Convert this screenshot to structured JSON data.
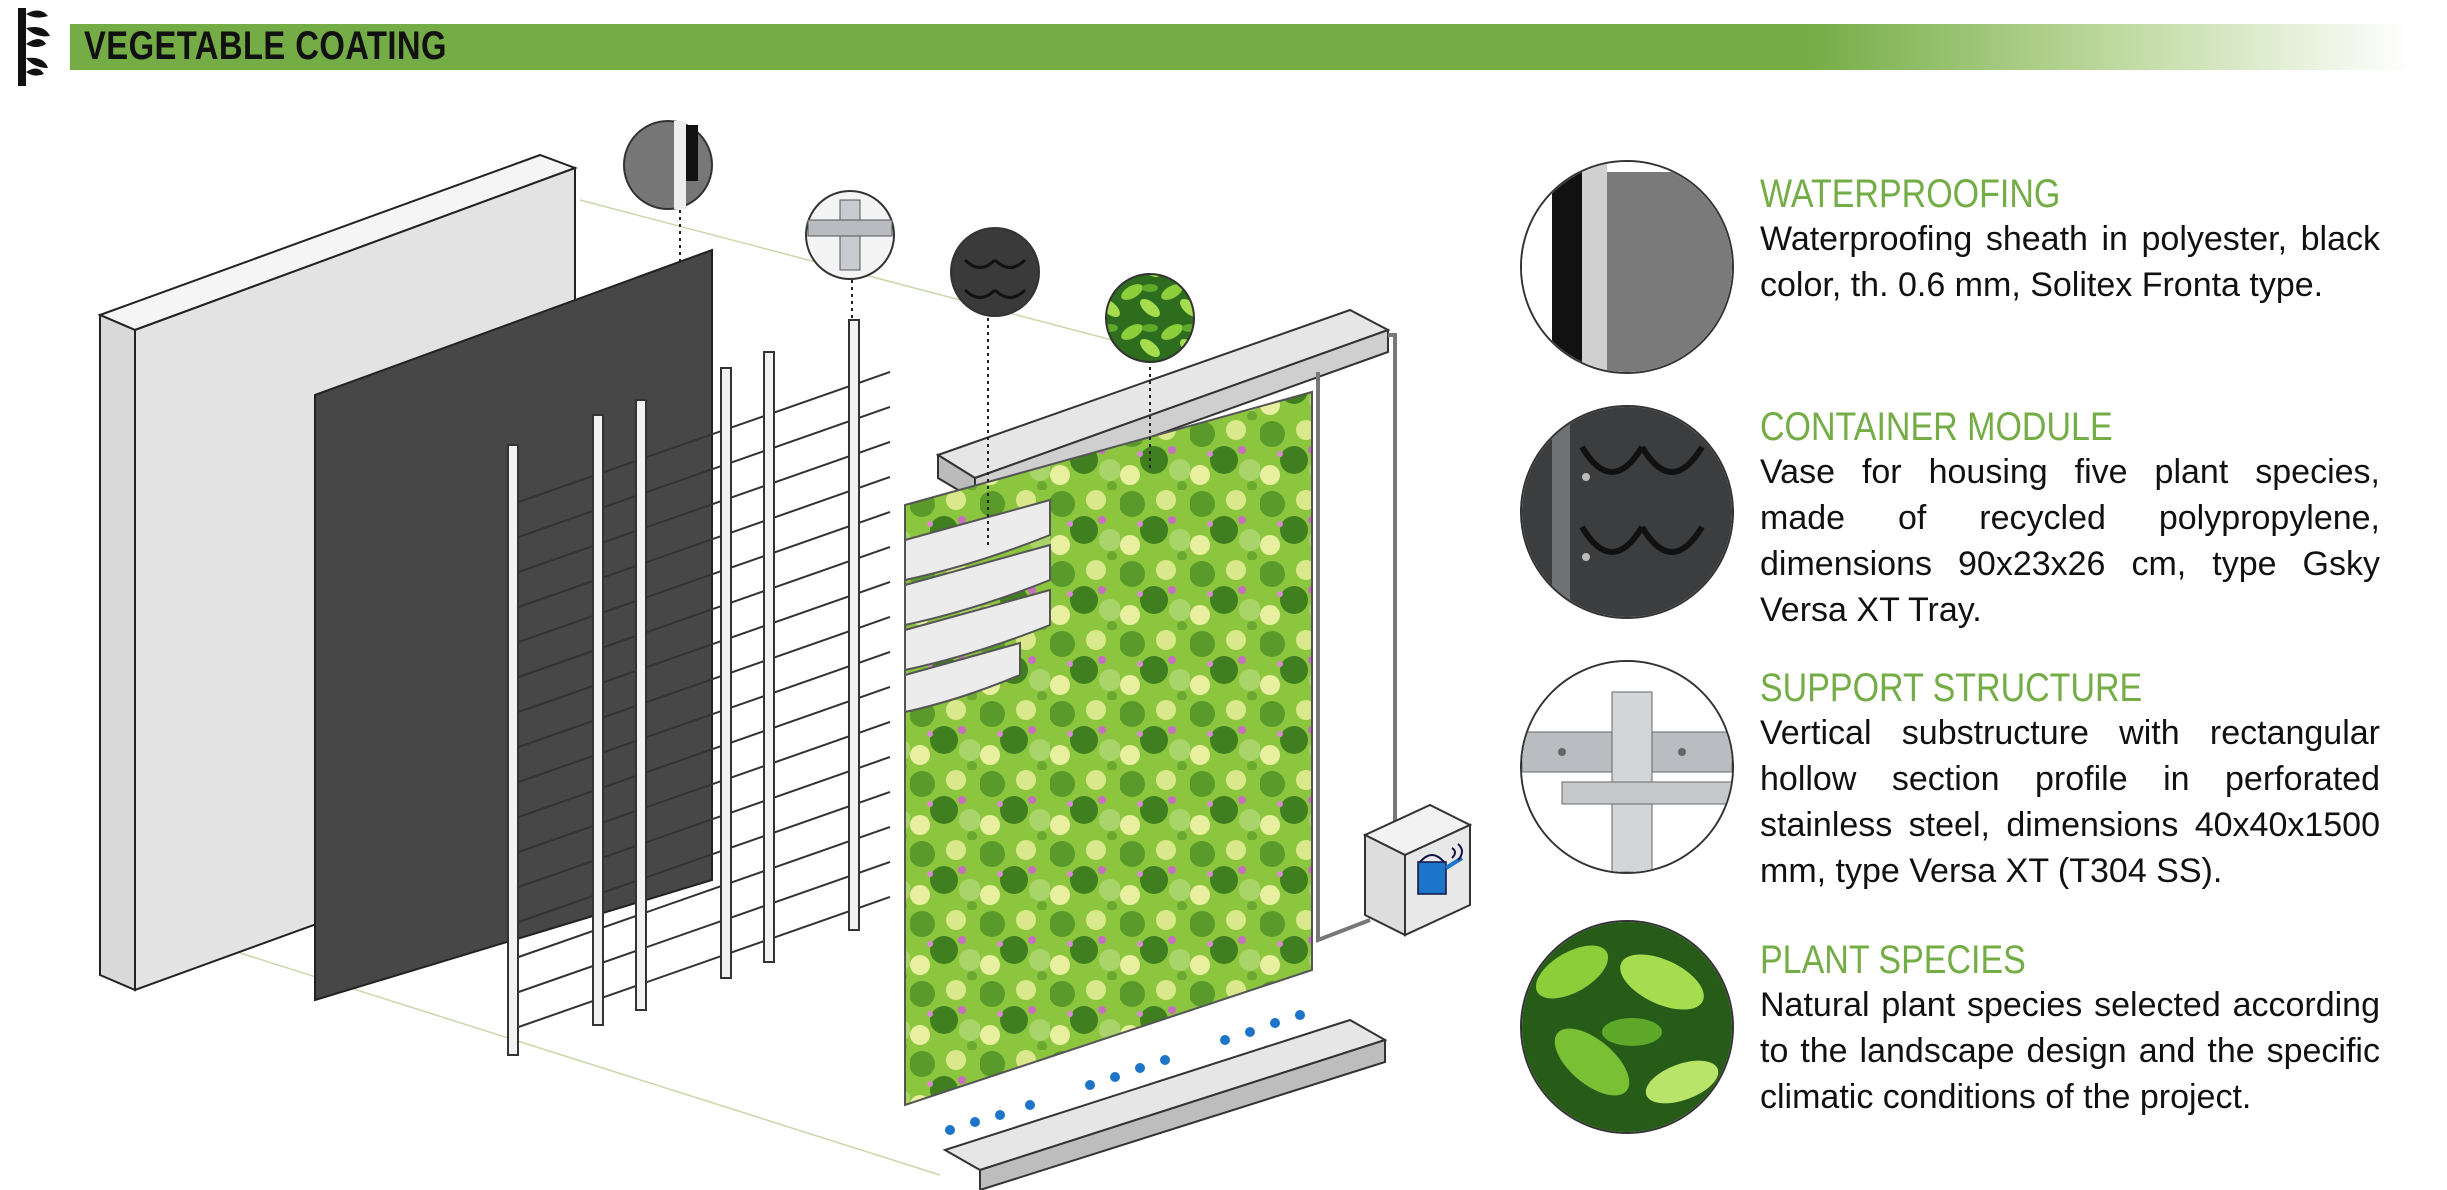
{
  "header": {
    "title": "VEGETABLE COATING",
    "accent_color": "#74ac45",
    "icon": "vine-icon"
  },
  "diagram": {
    "elements": [
      "wall-panel",
      "waterproofing-sheet",
      "support-frame",
      "container-modules",
      "plant-wall",
      "top-gutter",
      "bottom-gutter",
      "irrigation-box"
    ],
    "callout_icons": [
      "waterproofing-callout",
      "support-callout",
      "container-callout",
      "plant-callout"
    ],
    "irrigation_icon": "watering-can-icon"
  },
  "layers": [
    {
      "title": "WATERPROOFING",
      "description": "Waterproofing sheath in polyester, black color, th. 0.6 mm, Solitex Fronta type.",
      "icon": "waterproofing-thumbnail"
    },
    {
      "title": "CONTAINER MODULE",
      "description": "Vase for housing five plant species, made of recycled polypropylene, dimensions 90x23x26 cm, type Gsky Versa XT Tray.",
      "icon": "container-module-thumbnail"
    },
    {
      "title": "SUPPORT STRUCTURE",
      "description": "Vertical substructure with rectangular hollow section profile in perforated stainless steel, dimensions 40x40x1500 mm, type Versa XT (T304 SS).",
      "icon": "support-structure-thumbnail"
    },
    {
      "title": "PLANT SPECIES",
      "description": "Natural plant species selected according to the landscape design and the specific climatic conditions of the project.",
      "icon": "plant-species-thumbnail"
    }
  ]
}
